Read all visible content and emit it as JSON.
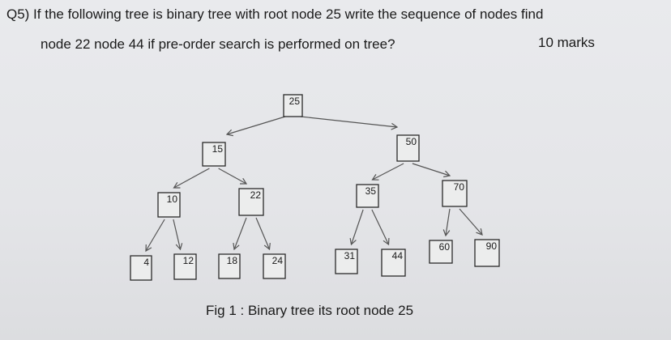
{
  "question": {
    "line1": "Q5)  If the following tree is binary tree with root node 25  write the sequence of nodes  find",
    "line2": "node 22 node  44 if  pre-order search  is performed on tree?",
    "marks": "10 marks"
  },
  "caption": "Fig 1 : Binary tree  its root  node 25",
  "tree": {
    "nodes": [
      {
        "id": "n25",
        "label": "25"
      },
      {
        "id": "n15",
        "label": "15"
      },
      {
        "id": "n50",
        "label": "50"
      },
      {
        "id": "n10",
        "label": "10"
      },
      {
        "id": "n22",
        "label": "22"
      },
      {
        "id": "n35",
        "label": "35"
      },
      {
        "id": "n70",
        "label": "70"
      },
      {
        "id": "n4",
        "label": "4"
      },
      {
        "id": "n12",
        "label": "12"
      },
      {
        "id": "n18",
        "label": "18"
      },
      {
        "id": "n24",
        "label": "24"
      },
      {
        "id": "n31",
        "label": "31"
      },
      {
        "id": "n44",
        "label": "44"
      },
      {
        "id": "n60",
        "label": "60"
      },
      {
        "id": "n90",
        "label": "90"
      }
    ],
    "edges": [
      [
        "n25",
        "n15"
      ],
      [
        "n25",
        "n50"
      ],
      [
        "n15",
        "n10"
      ],
      [
        "n15",
        "n22"
      ],
      [
        "n50",
        "n35"
      ],
      [
        "n50",
        "n70"
      ],
      [
        "n10",
        "n4"
      ],
      [
        "n10",
        "n12"
      ],
      [
        "n22",
        "n18"
      ],
      [
        "n22",
        "n24"
      ],
      [
        "n35",
        "n31"
      ],
      [
        "n35",
        "n44"
      ],
      [
        "n70",
        "n60"
      ],
      [
        "n70",
        "n90"
      ]
    ]
  }
}
